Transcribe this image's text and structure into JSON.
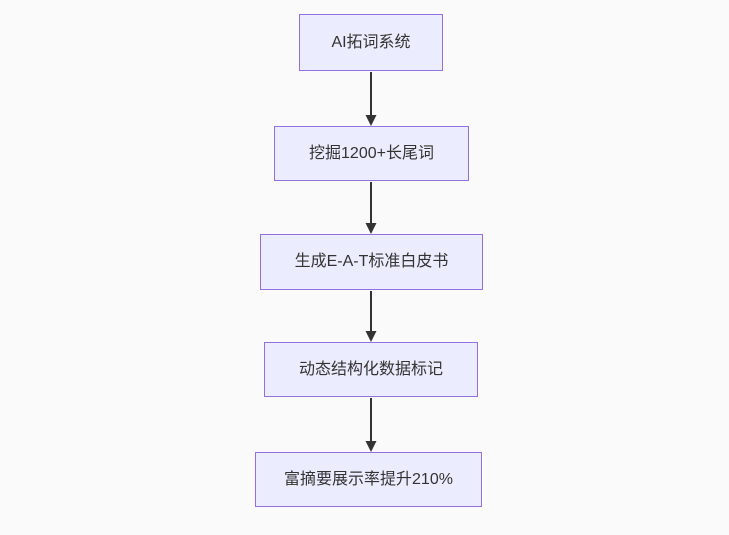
{
  "diagram": {
    "type": "flowchart",
    "direction": "top-down",
    "colors": {
      "background": "#fafafa",
      "node_fill": "#ececff",
      "node_border": "#9370db",
      "arrow": "#333333",
      "text": "#333333"
    },
    "nodes": [
      {
        "label": "AI拓词系统"
      },
      {
        "label": "挖掘1200+长尾词"
      },
      {
        "label": "生成E-A-T标准白皮书"
      },
      {
        "label": "动态结构化数据标记"
      },
      {
        "label": "富摘要展示率提升210%"
      }
    ],
    "edges": [
      {
        "from": 0,
        "to": 1
      },
      {
        "from": 1,
        "to": 2
      },
      {
        "from": 2,
        "to": 3
      },
      {
        "from": 3,
        "to": 4
      }
    ]
  }
}
